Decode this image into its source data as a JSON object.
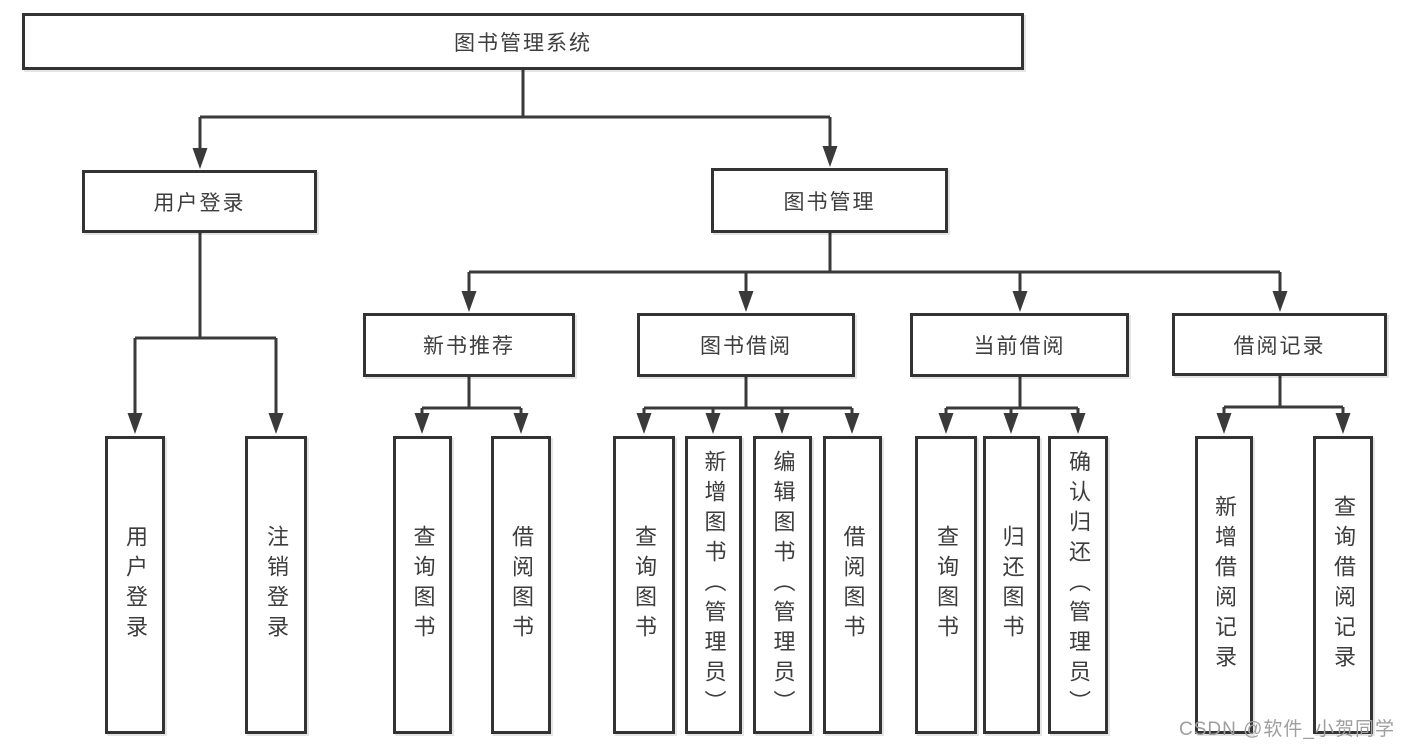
{
  "diagram": {
    "root": {
      "label": "图书管理系统"
    },
    "level2": [
      {
        "label": "用户登录"
      },
      {
        "label": "图书管理"
      }
    ],
    "level3": [
      {
        "label": "新书推荐"
      },
      {
        "label": "图书借阅"
      },
      {
        "label": "当前借阅"
      },
      {
        "label": "借阅记录"
      }
    ],
    "leaves": [
      {
        "label": "用户登录"
      },
      {
        "label": "注销登录"
      },
      {
        "label": "查询图书"
      },
      {
        "label": "借阅图书"
      },
      {
        "label": "查询图书"
      },
      {
        "label": "新增图书（管理员）"
      },
      {
        "label": "编辑图书（管理员）"
      },
      {
        "label": "借阅图书"
      },
      {
        "label": "查询图书"
      },
      {
        "label": "归还图书"
      },
      {
        "label": "确认归还（管理员）"
      },
      {
        "label": "新增借阅记录"
      },
      {
        "label": "查询借阅记录"
      }
    ]
  },
  "watermark": {
    "text": "CSDN @软件_小贺同学"
  },
  "colors": {
    "line": "#3a3a3a",
    "border": "#333333",
    "text": "#3d3d3d",
    "watermark": "#9e9e9e",
    "background": "#ffffff"
  }
}
